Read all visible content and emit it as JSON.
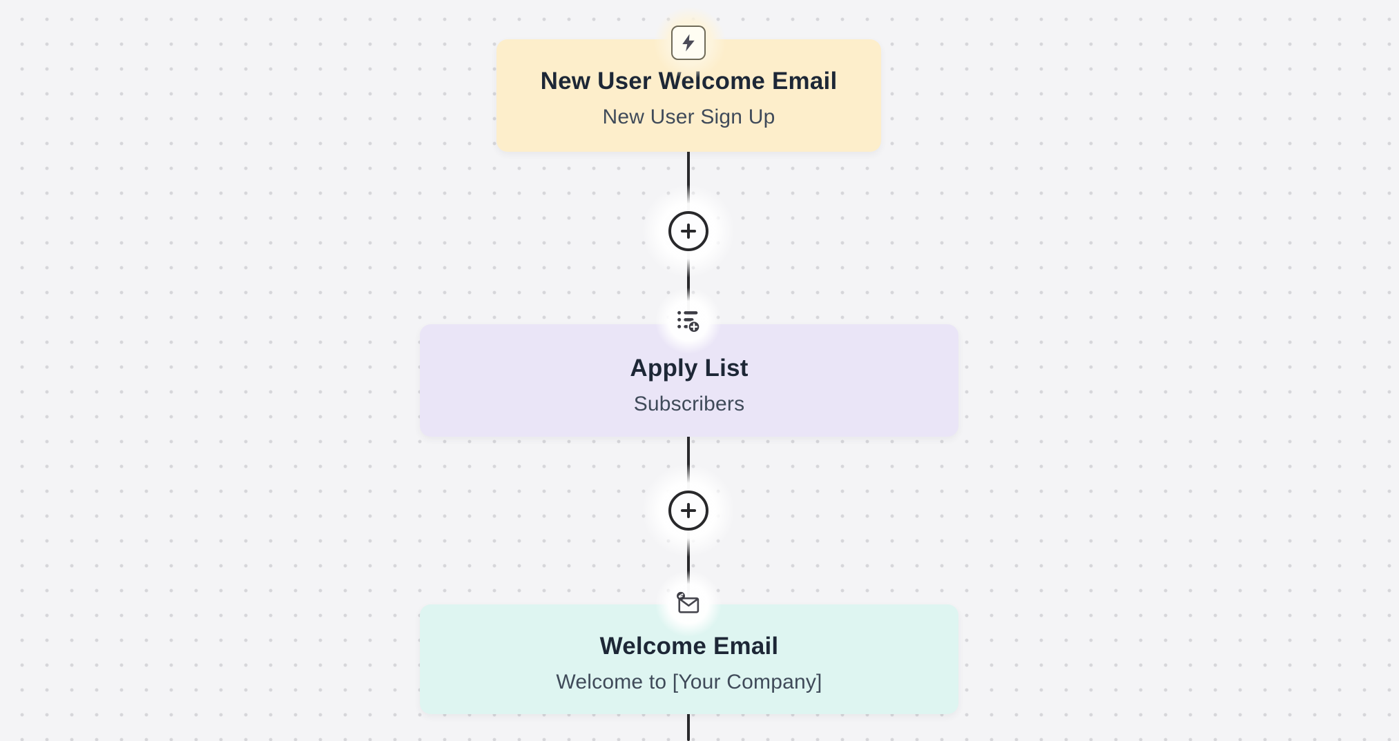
{
  "canvas": {
    "background_color": "#f4f4f6",
    "dot_color": "#d6d6da",
    "connector_color": "#29292c"
  },
  "workflow": {
    "nodes": [
      {
        "type": "trigger",
        "icon": "lightning-bolt-icon",
        "title": "New User Welcome Email",
        "subtitle": "New User Sign Up",
        "bg_color": "#fdeecb"
      },
      {
        "type": "apply-list-action",
        "icon": "list-add-icon",
        "title": "Apply List",
        "subtitle": "Subscribers",
        "bg_color": "#eae5f7"
      },
      {
        "type": "send-email-action",
        "icon": "envelope-badge-icon",
        "title": "Welcome Email",
        "subtitle": "Welcome to [Your Company]",
        "bg_color": "#def5f1"
      }
    ],
    "add_step_buttons": [
      {
        "icon": "plus-icon"
      },
      {
        "icon": "plus-icon"
      }
    ]
  }
}
